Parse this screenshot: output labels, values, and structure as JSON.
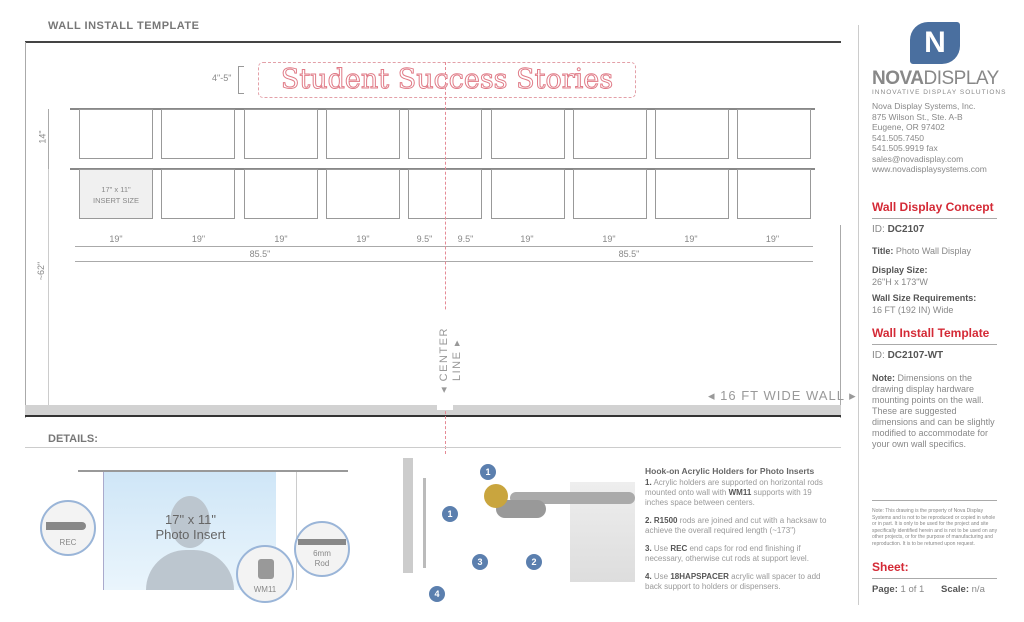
{
  "header": {
    "title": "WALL INSTALL TEMPLATE"
  },
  "drawing": {
    "headline": "Student Success Stories",
    "headline_height": "4\"-5\"",
    "row_spacing": "14\"",
    "height_from_floor": "~62\"",
    "frame_count_per_row": 9,
    "insert_label_line1": "17\" x 11\"",
    "insert_label_line2": "INSERT SIZE",
    "spacing_labels": [
      "19\"",
      "19\"",
      "19\"",
      "19\"",
      "9.5\"",
      "9.5\"",
      "19\"",
      "19\"",
      "19\"",
      "19\""
    ],
    "half_totals": [
      "85.5\"",
      "85.5\""
    ],
    "center_line": "CENTER LINE",
    "wall_width": "16 FT WIDE WALL",
    "accent_color": "#d42a36"
  },
  "details": {
    "title": "DETAILS:",
    "photo_line1": "17\" x 11\"",
    "photo_line2": "Photo Insert",
    "callouts": {
      "rec": "REC",
      "wm11": "WM11",
      "rod_line1": "6mm",
      "rod_line2": "Rod"
    },
    "badges": [
      "1",
      "2",
      "3",
      "4"
    ],
    "instructions_title": "Hook-on Acrylic Holders for Photo Inserts",
    "steps": [
      {
        "num": "1.",
        "pre": "Acrylic holders are supported on horizontal rods mounted onto wall with ",
        "bold": "WM11",
        "post": " supports with 19 inches space between centers."
      },
      {
        "num": "2.",
        "pre": "",
        "bold": "R1500",
        "post": " rods are joined and cut with a hacksaw to achieve the overall required length (~173\")"
      },
      {
        "num": "3.",
        "pre": "Use ",
        "bold": "REC",
        "post": " end caps for rod end finishing if necessary, otherwise cut rods at support level."
      },
      {
        "num": "4.",
        "pre": "Use ",
        "bold": "18HAPSPACER",
        "post": " acrylic wall spacer to add back support to holders or dispensers."
      }
    ]
  },
  "sidebar": {
    "logo_bold": "NOVA",
    "logo_light": "DISPLAY",
    "tagline": "INNOVATIVE DISPLAY SOLUTIONS",
    "brand_color": "#4a6f9f",
    "address": [
      "Nova Display Systems, Inc.",
      "875 Wilson St., Ste. A-B",
      "Eugene, OR 97402",
      "541.505.7450",
      "541.505.9919 fax",
      "sales@novadisplay.com",
      "www.novadisplaysystems.com"
    ],
    "concept_heading": "Wall Display Concept",
    "concept_id_label": "ID:",
    "concept_id": "DC2107",
    "title_label": "Title:",
    "title_value": "Photo Wall Display",
    "display_size_label": "Display Size:",
    "display_size": "26\"H x 173\"W",
    "wall_req_label": "Wall Size Requirements:",
    "wall_req": "16 FT (192 IN) Wide",
    "template_heading": "Wall Install Template",
    "template_id_label": "ID:",
    "template_id": "DC2107-WT",
    "note_label": "Note:",
    "note": "Dimensions on the drawing display hardware mounting points on the wall. These are suggested dimensions and can be slightly modified to accommodate for your own wall specifics.",
    "legal": "Note: This drawing is the property of Nova Display Systems and is not to be reproduced or copied in whole or in part. It is only to be used for the project and site specifically identified herein and is not to be used on any other projects, or for the purpose of manufacturing and reproduction. It is to be returned upon request.",
    "sheet_heading": "Sheet:",
    "page_label": "Page:",
    "page_value": "1 of 1",
    "scale_label": "Scale:",
    "scale_value": "n/a"
  }
}
